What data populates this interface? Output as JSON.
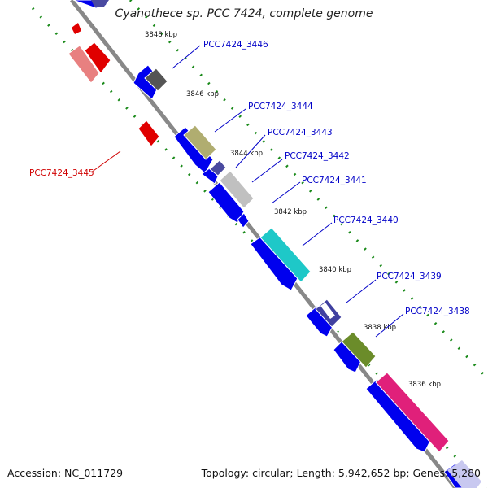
{
  "title": "Cyanothece sp. PCC 7424, complete genome",
  "accession_text": "Accession: NC_011729",
  "topology_text": "Topology: circular; Length: 5,942,652 bp; Genes: 5,280",
  "tick_labels": [
    "3848 kbp",
    "3846 kbp",
    "3844 kbp",
    "3842 kbp",
    "3840 kbp",
    "3838 kbp",
    "3836 kbp"
  ],
  "genes": [
    {
      "label": "PCC7424_3446",
      "color": "#555555",
      "strand": "forward",
      "label_color": "#0000c8"
    },
    {
      "label": "PCC7424_3445",
      "color": "#e00000",
      "strand": "reverse",
      "label_color": "#d00000"
    },
    {
      "label": "PCC7424_3444",
      "color": "#b0ad70",
      "strand": "forward",
      "label_color": "#0000c8"
    },
    {
      "label": "PCC7424_3443",
      "color": "#4a4aa0",
      "strand": "forward",
      "label_color": "#0000c8"
    },
    {
      "label": "PCC7424_3442",
      "color": "#c0c0c0",
      "strand": "forward",
      "label_color": "#0000c8"
    },
    {
      "label": "PCC7424_3441",
      "color": "#ffffff",
      "strand": "forward",
      "label_color": "#0000c8"
    },
    {
      "label": "PCC7424_3440",
      "color": "#1ec8c8",
      "strand": "forward",
      "label_color": "#0000c8"
    },
    {
      "label": "PCC7424_3439",
      "color": "#4040a0",
      "strand": "forward",
      "label_color": "#0000c8"
    },
    {
      "label": "PCC7424_3438",
      "color": "#6b8c2a",
      "strand": "forward",
      "label_color": "#0000c8"
    }
  ],
  "colors": {
    "backbone": "#888888",
    "cds": "#0000ee",
    "tick_marks": "#1a8a1a",
    "forward_label": "#0000c8",
    "reverse_label": "#d00000",
    "gene_3437": "#e0207a",
    "rna_reverse_light": "#e88080"
  }
}
